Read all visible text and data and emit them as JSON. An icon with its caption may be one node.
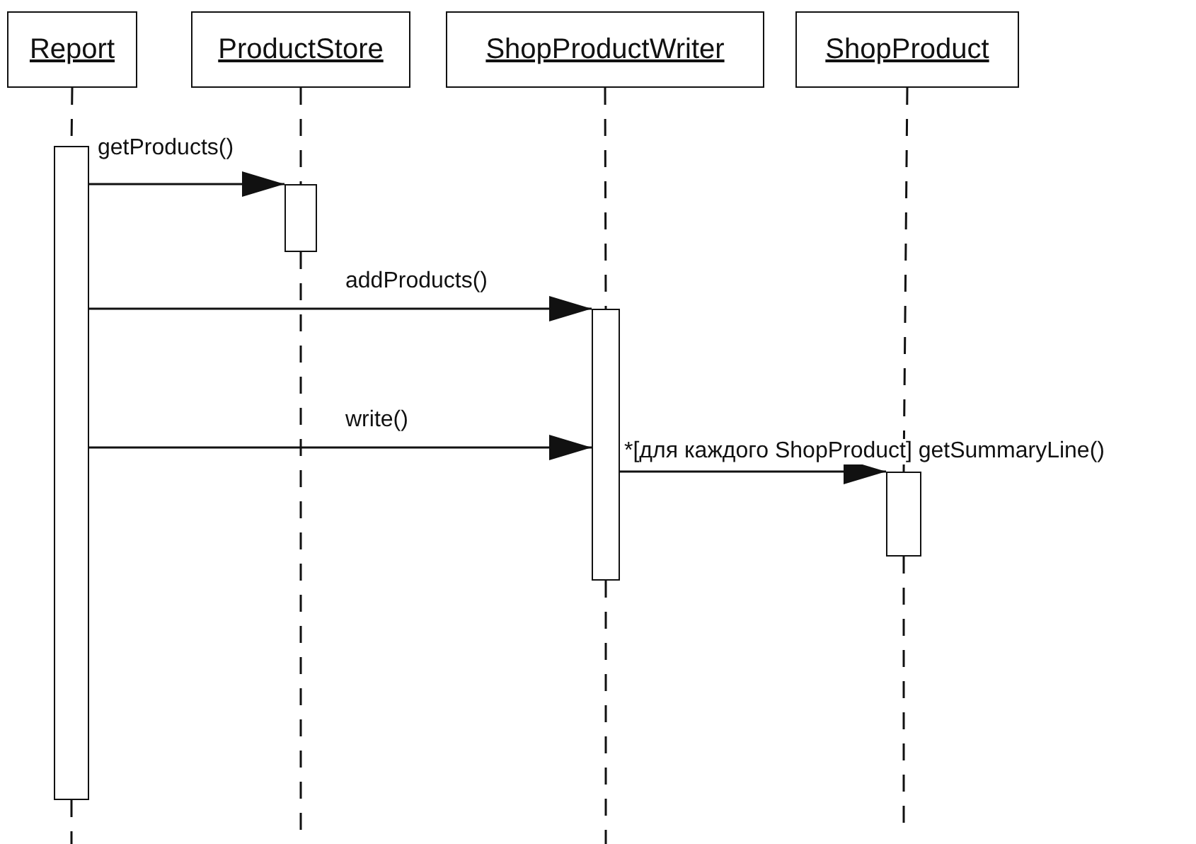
{
  "diagram": {
    "nodes": [
      {
        "text": [
          "Report"
        ]
      },
      {
        "text": [
          "ProductStore"
        ]
      },
      {
        "text": [
          "ShopProductWriter"
        ]
      },
      {
        "text": [
          "ShopProduct"
        ]
      },
      {
        "text": [],
        "shape": "box"
      },
      {
        "text": [],
        "shape": "box"
      },
      {
        "text": [],
        "shape": "box"
      },
      {
        "text": [],
        "shape": "box"
      }
    ],
    "edges": [
      {
        "from": 0,
        "to": 4,
        "arrow": "none",
        "style": "dashed"
      },
      {
        "from": 1,
        "to": 5,
        "arrow": "none",
        "style": "dashed"
      },
      {
        "from": 2,
        "to": 6,
        "arrow": "none",
        "style": "dashed"
      },
      {
        "from": 3,
        "to": 7,
        "arrow": "none",
        "style": "dashed"
      },
      {
        "from": 4,
        "to": 5,
        "label": "getProducts()",
        "arrow": "to"
      },
      {
        "from": 4,
        "to": 6,
        "label": "addProducts()",
        "arrow": "to"
      },
      {
        "from": 4,
        "to": 6,
        "label": "write()",
        "arrow": "to"
      },
      {
        "from": 6,
        "to": 7,
        "label": "*[для каждого ShopProduct] getSummaryLine()",
        "arrow": "to"
      },
      {
        "from": 4,
        "to": null,
        "arrow": "none",
        "style": "dashed"
      },
      {
        "from": 5,
        "to": null,
        "arrow": "none",
        "style": "dashed"
      },
      {
        "from": 6,
        "to": null,
        "arrow": "none",
        "style": "dashed"
      },
      {
        "from": 7,
        "to": null,
        "arrow": "none",
        "style": "dashed"
      }
    ]
  }
}
